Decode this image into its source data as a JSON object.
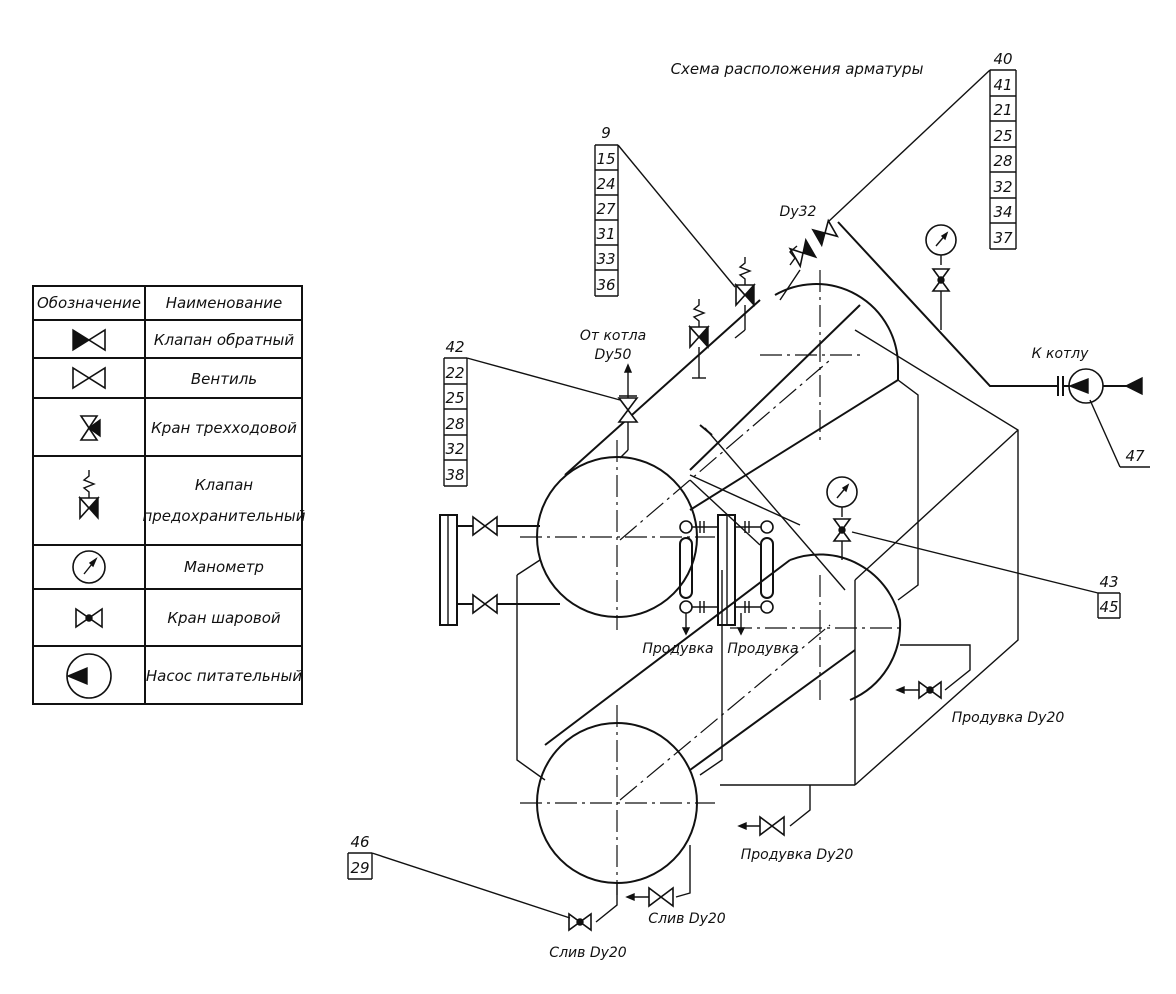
{
  "title": "Схема расположения арматуры",
  "legend": {
    "header_symbol": "Обозначение",
    "header_name": "Наименование",
    "rows": [
      {
        "icon": "check-valve-icon",
        "name": "Клапан обратный"
      },
      {
        "icon": "gate-valve-icon",
        "name": "Вентиль"
      },
      {
        "icon": "three-way-valve-icon",
        "name": "Кран трехходовой"
      },
      {
        "icon": "safety-valve-icon",
        "name_line1": "Клапан",
        "name_line2": "предохранительный"
      },
      {
        "icon": "pressure-gauge-icon",
        "name": "Манометр"
      },
      {
        "icon": "ball-valve-icon",
        "name": "Кран шаровой"
      },
      {
        "icon": "feed-pump-icon",
        "name": "Насос питательный"
      }
    ]
  },
  "callouts": {
    "c9": [
      "9",
      "15",
      "24",
      "27",
      "31",
      "33",
      "36"
    ],
    "c40": [
      "40",
      "41",
      "21",
      "25",
      "28",
      "32",
      "34",
      "37"
    ],
    "c42": [
      "42",
      "22",
      "25",
      "28",
      "32",
      "38"
    ],
    "c43": [
      "43",
      "45"
    ],
    "c46": [
      "46",
      "29"
    ],
    "c47": [
      "47"
    ]
  },
  "labels": {
    "dy32": "Dy32",
    "from_boiler_1": "От котла",
    "from_boiler_2": "Dy50",
    "to_boiler": "К котлу",
    "purge_1": "Продувка",
    "purge_2": "Продувка",
    "purge_dy20_right": "Продувка Dy20",
    "purge_dy20_bottom": "Продувка Dy20",
    "drain_dy20_1": "Слив Dy20",
    "drain_dy20_2": "Слив Dy20"
  }
}
